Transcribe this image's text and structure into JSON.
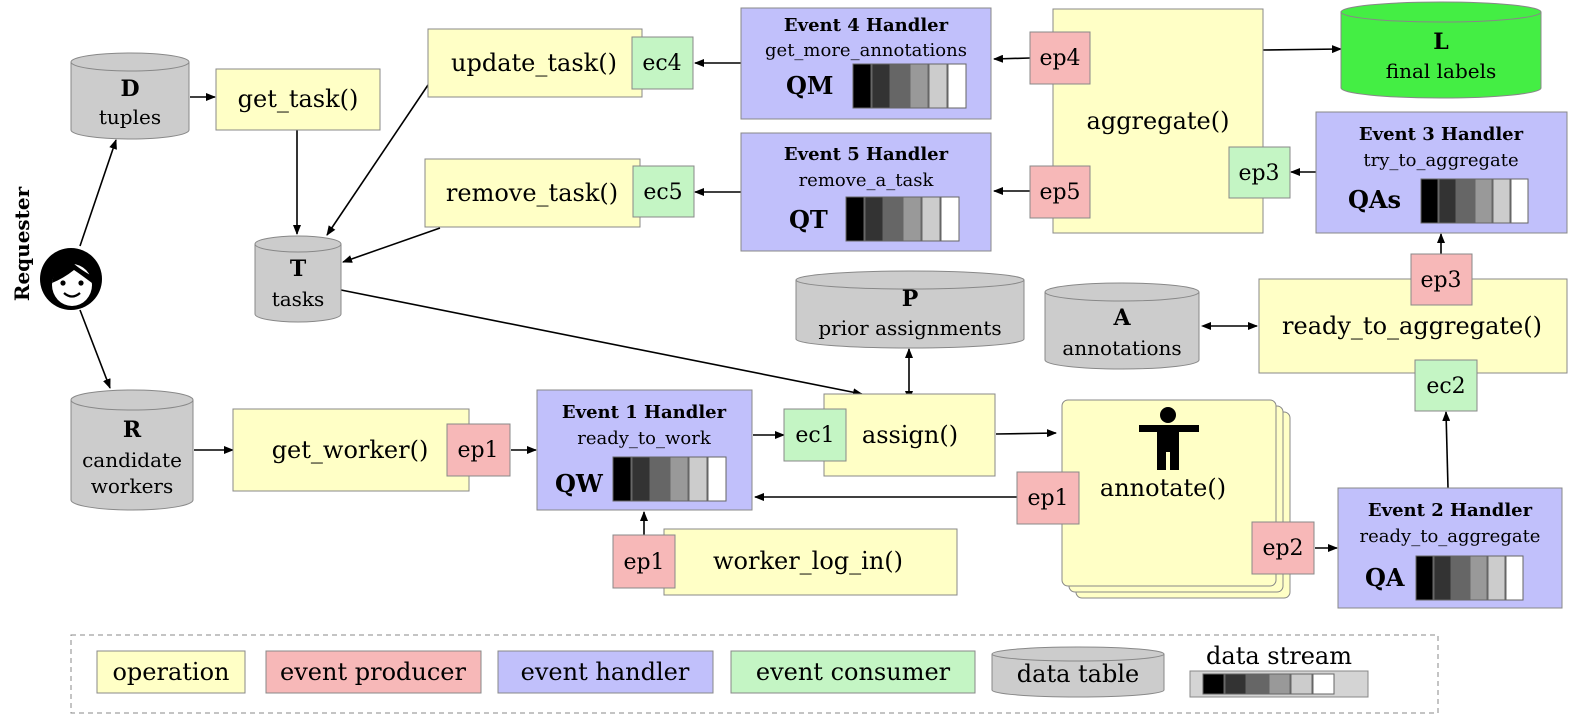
{
  "actor": {
    "label": "Requester"
  },
  "tables": {
    "D": {
      "letter": "D",
      "label": "tuples"
    },
    "T": {
      "letter": "T",
      "label": "tasks"
    },
    "R": {
      "letter": "R",
      "label1": "candidate",
      "label2": "workers"
    },
    "P": {
      "letter": "P",
      "label": "prior assignments"
    },
    "A": {
      "letter": "A",
      "label": "annotations"
    },
    "L": {
      "letter": "L",
      "label": "final labels"
    }
  },
  "operations": {
    "get_task": "get_task()",
    "update_task": "update_task()",
    "remove_task": "remove_task()",
    "get_worker": "get_worker()",
    "assign": "assign()",
    "annotate": "annotate()",
    "worker_log_in": "worker_log_in()",
    "aggregate": "aggregate()",
    "ready_to_aggregate": "ready_to_aggregate()"
  },
  "producers": {
    "ep1": "ep1",
    "ep2": "ep2",
    "ep3": "ep3",
    "ep4": "ep4",
    "ep5": "ep5"
  },
  "consumers": {
    "ec1": "ec1",
    "ec2": "ec2",
    "ec4": "ec4",
    "ec5": "ec5"
  },
  "handlers": {
    "h1": {
      "title": "Event 1 Handler",
      "name": "ready_to_work",
      "queue": "QW"
    },
    "h2": {
      "title": "Event 2 Handler",
      "name": "ready_to_aggregate",
      "queue": "QA"
    },
    "h3": {
      "title": "Event 3 Handler",
      "name": "try_to_aggregate",
      "queue": "QAs"
    },
    "h4": {
      "title": "Event 4 Handler",
      "name": "get_more_annotations",
      "queue": "QM"
    },
    "h5": {
      "title": "Event 5 Handler",
      "name": "remove_a_task",
      "queue": "QT"
    }
  },
  "stream_colors": [
    "#000000",
    "#333333",
    "#666666",
    "#999999",
    "#cccccc",
    "#ffffff"
  ],
  "colors": {
    "operation": "#ffffc6",
    "event_producer": "#f7b8b8",
    "event_handler": "#c1c0fb",
    "event_consumer": "#c4f5c4",
    "data_table": "#cccccc",
    "final_labels": "#44ee44"
  },
  "icons": {
    "requester": "woman-face-icon",
    "worker": "person-icon"
  },
  "legend": {
    "operation": "operation",
    "event_producer": "event producer",
    "event_handler": "event handler",
    "event_consumer": "event consumer",
    "data_table": "data table",
    "data_stream": "data stream"
  }
}
